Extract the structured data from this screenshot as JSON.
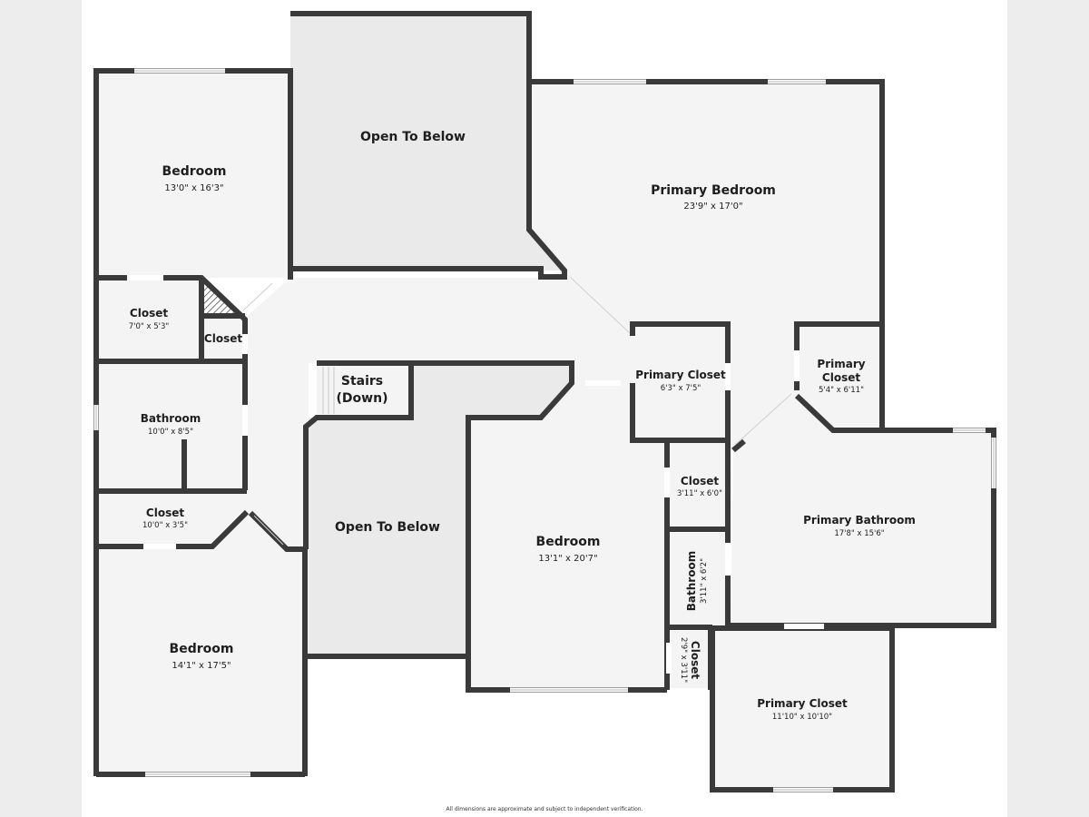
{
  "colors": {
    "background": "#ededed",
    "page": "#ffffff",
    "room_fill": "#f4f4f4",
    "open_fill": "#eaeaea",
    "wall": "#3a3a3a"
  },
  "rooms": {
    "bedroom_nw": {
      "name": "Bedroom",
      "dims": "13'0\" x 16'3\""
    },
    "open_below_top": {
      "name": "Open To Below"
    },
    "primary_bedroom": {
      "name": "Primary Bedroom",
      "dims": "23'9\" x 17'0\""
    },
    "closet_w": {
      "name": "Closet",
      "dims": "7'0\" x 5'3\""
    },
    "closet_small": {
      "name": "Closet"
    },
    "stairs": {
      "line1": "Stairs",
      "line2": "(Down)"
    },
    "primary_closet_mid": {
      "name": "Primary Closet",
      "dims": "6'3\" x 7'5\""
    },
    "primary_closet_right": {
      "line1": "Primary",
      "line2": "Closet",
      "dims": "5'4\" x 6'11\""
    },
    "bathroom_w": {
      "name": "Bathroom",
      "dims": "10'0\" x 8'5\""
    },
    "closet_mid": {
      "name": "Closet",
      "dims": "3'11\" x 6'0\""
    },
    "closet_sw": {
      "name": "Closet",
      "dims": "10'0\" x 3'5\""
    },
    "open_below_mid": {
      "name": "Open To Below"
    },
    "bedroom_center": {
      "name": "Bedroom",
      "dims": "13'1\" x 20'7\""
    },
    "primary_bathroom": {
      "name": "Primary Bathroom",
      "dims": "17'8\" x 15'6\""
    },
    "bathroom_small": {
      "name": "Bathroom",
      "dims": "3'11\" x 6'2\""
    },
    "bedroom_sw": {
      "name": "Bedroom",
      "dims": "14'1\" x 17'5\""
    },
    "closet_tiny": {
      "name": "Closet",
      "dims": "2'9\" x 3'11\""
    },
    "primary_closet_bottom": {
      "name": "Primary Closet",
      "dims": "11'10\" x 10'10\""
    }
  },
  "disclaimer": "All dimensions are approximate and subject to independent verification."
}
